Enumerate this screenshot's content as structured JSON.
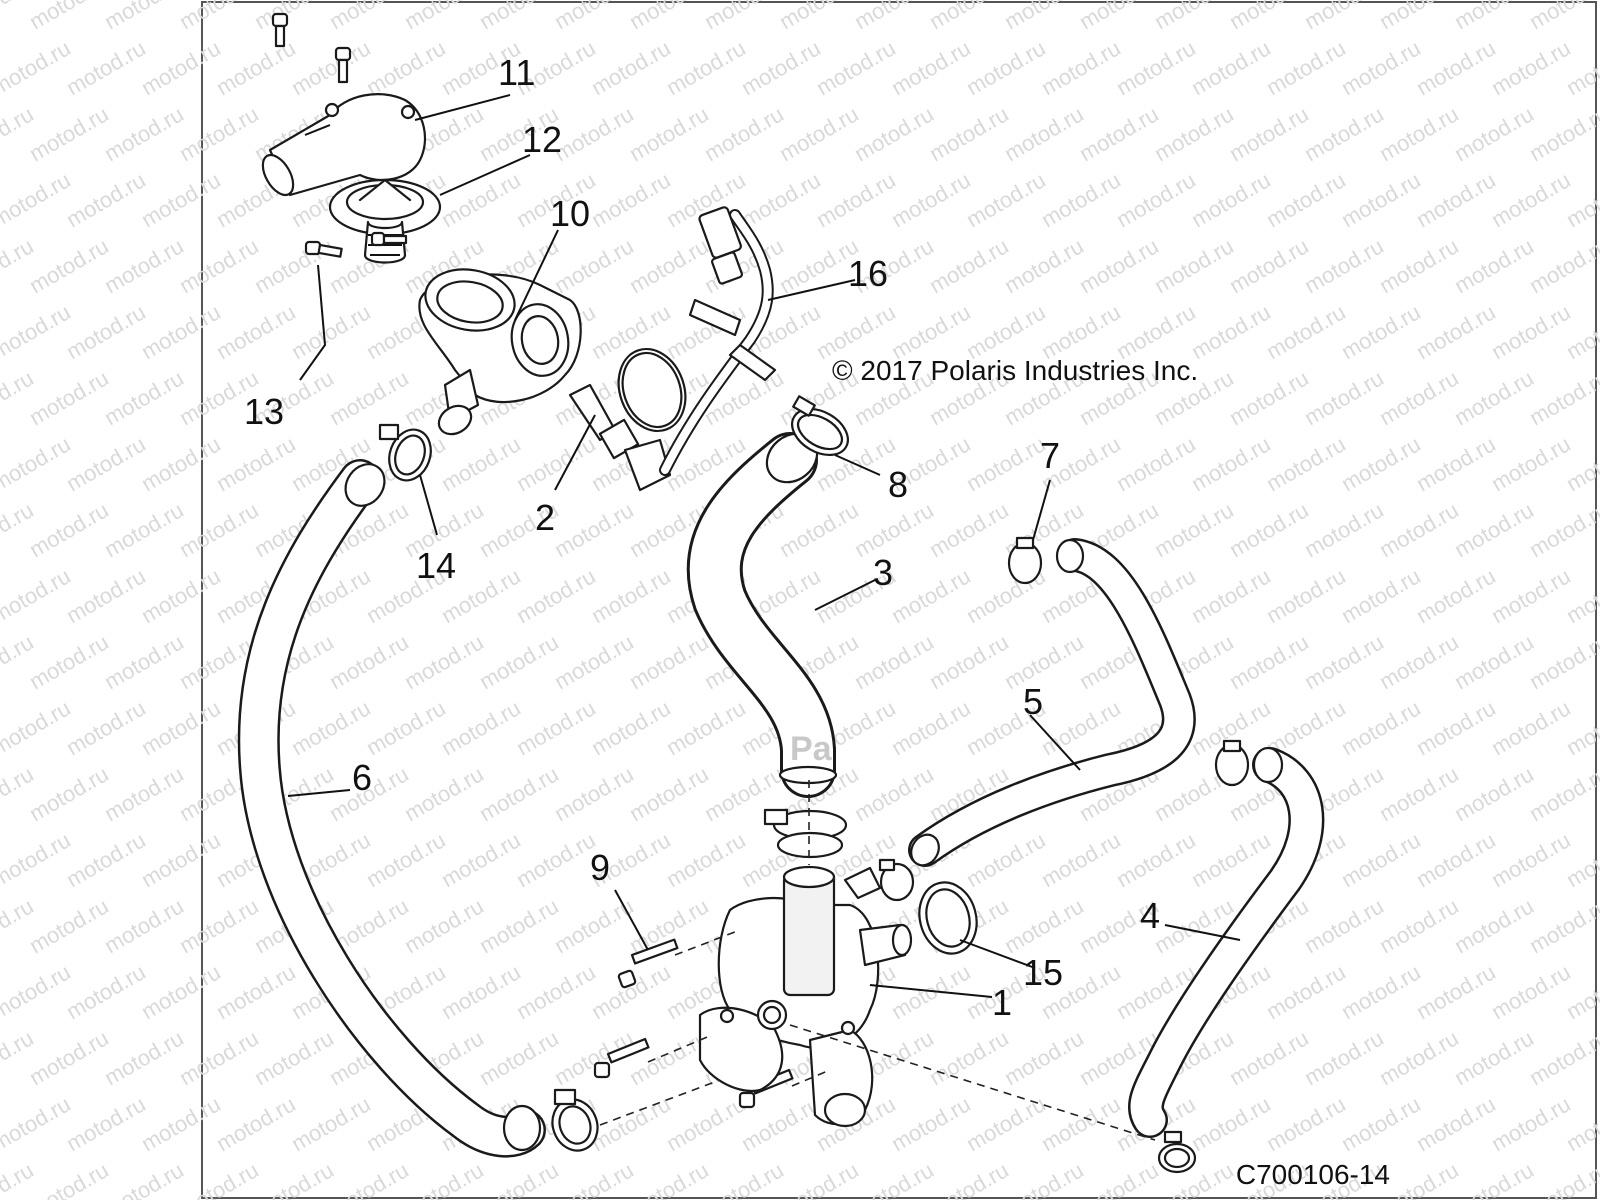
{
  "copyright": "© 2017 Polaris Industries Inc.",
  "drawing_number": "C700106-14",
  "watermark_text": "motod.ru",
  "stamp_text": "Pa",
  "callouts": {
    "c1": "1",
    "c2": "2",
    "c3": "3",
    "c4": "4",
    "c5": "5",
    "c6": "6",
    "c7": "7",
    "c8": "8",
    "c9": "9",
    "c10": "10",
    "c11": "11",
    "c12": "12",
    "c13": "13",
    "c14": "14",
    "c15": "15",
    "c16": "16"
  }
}
